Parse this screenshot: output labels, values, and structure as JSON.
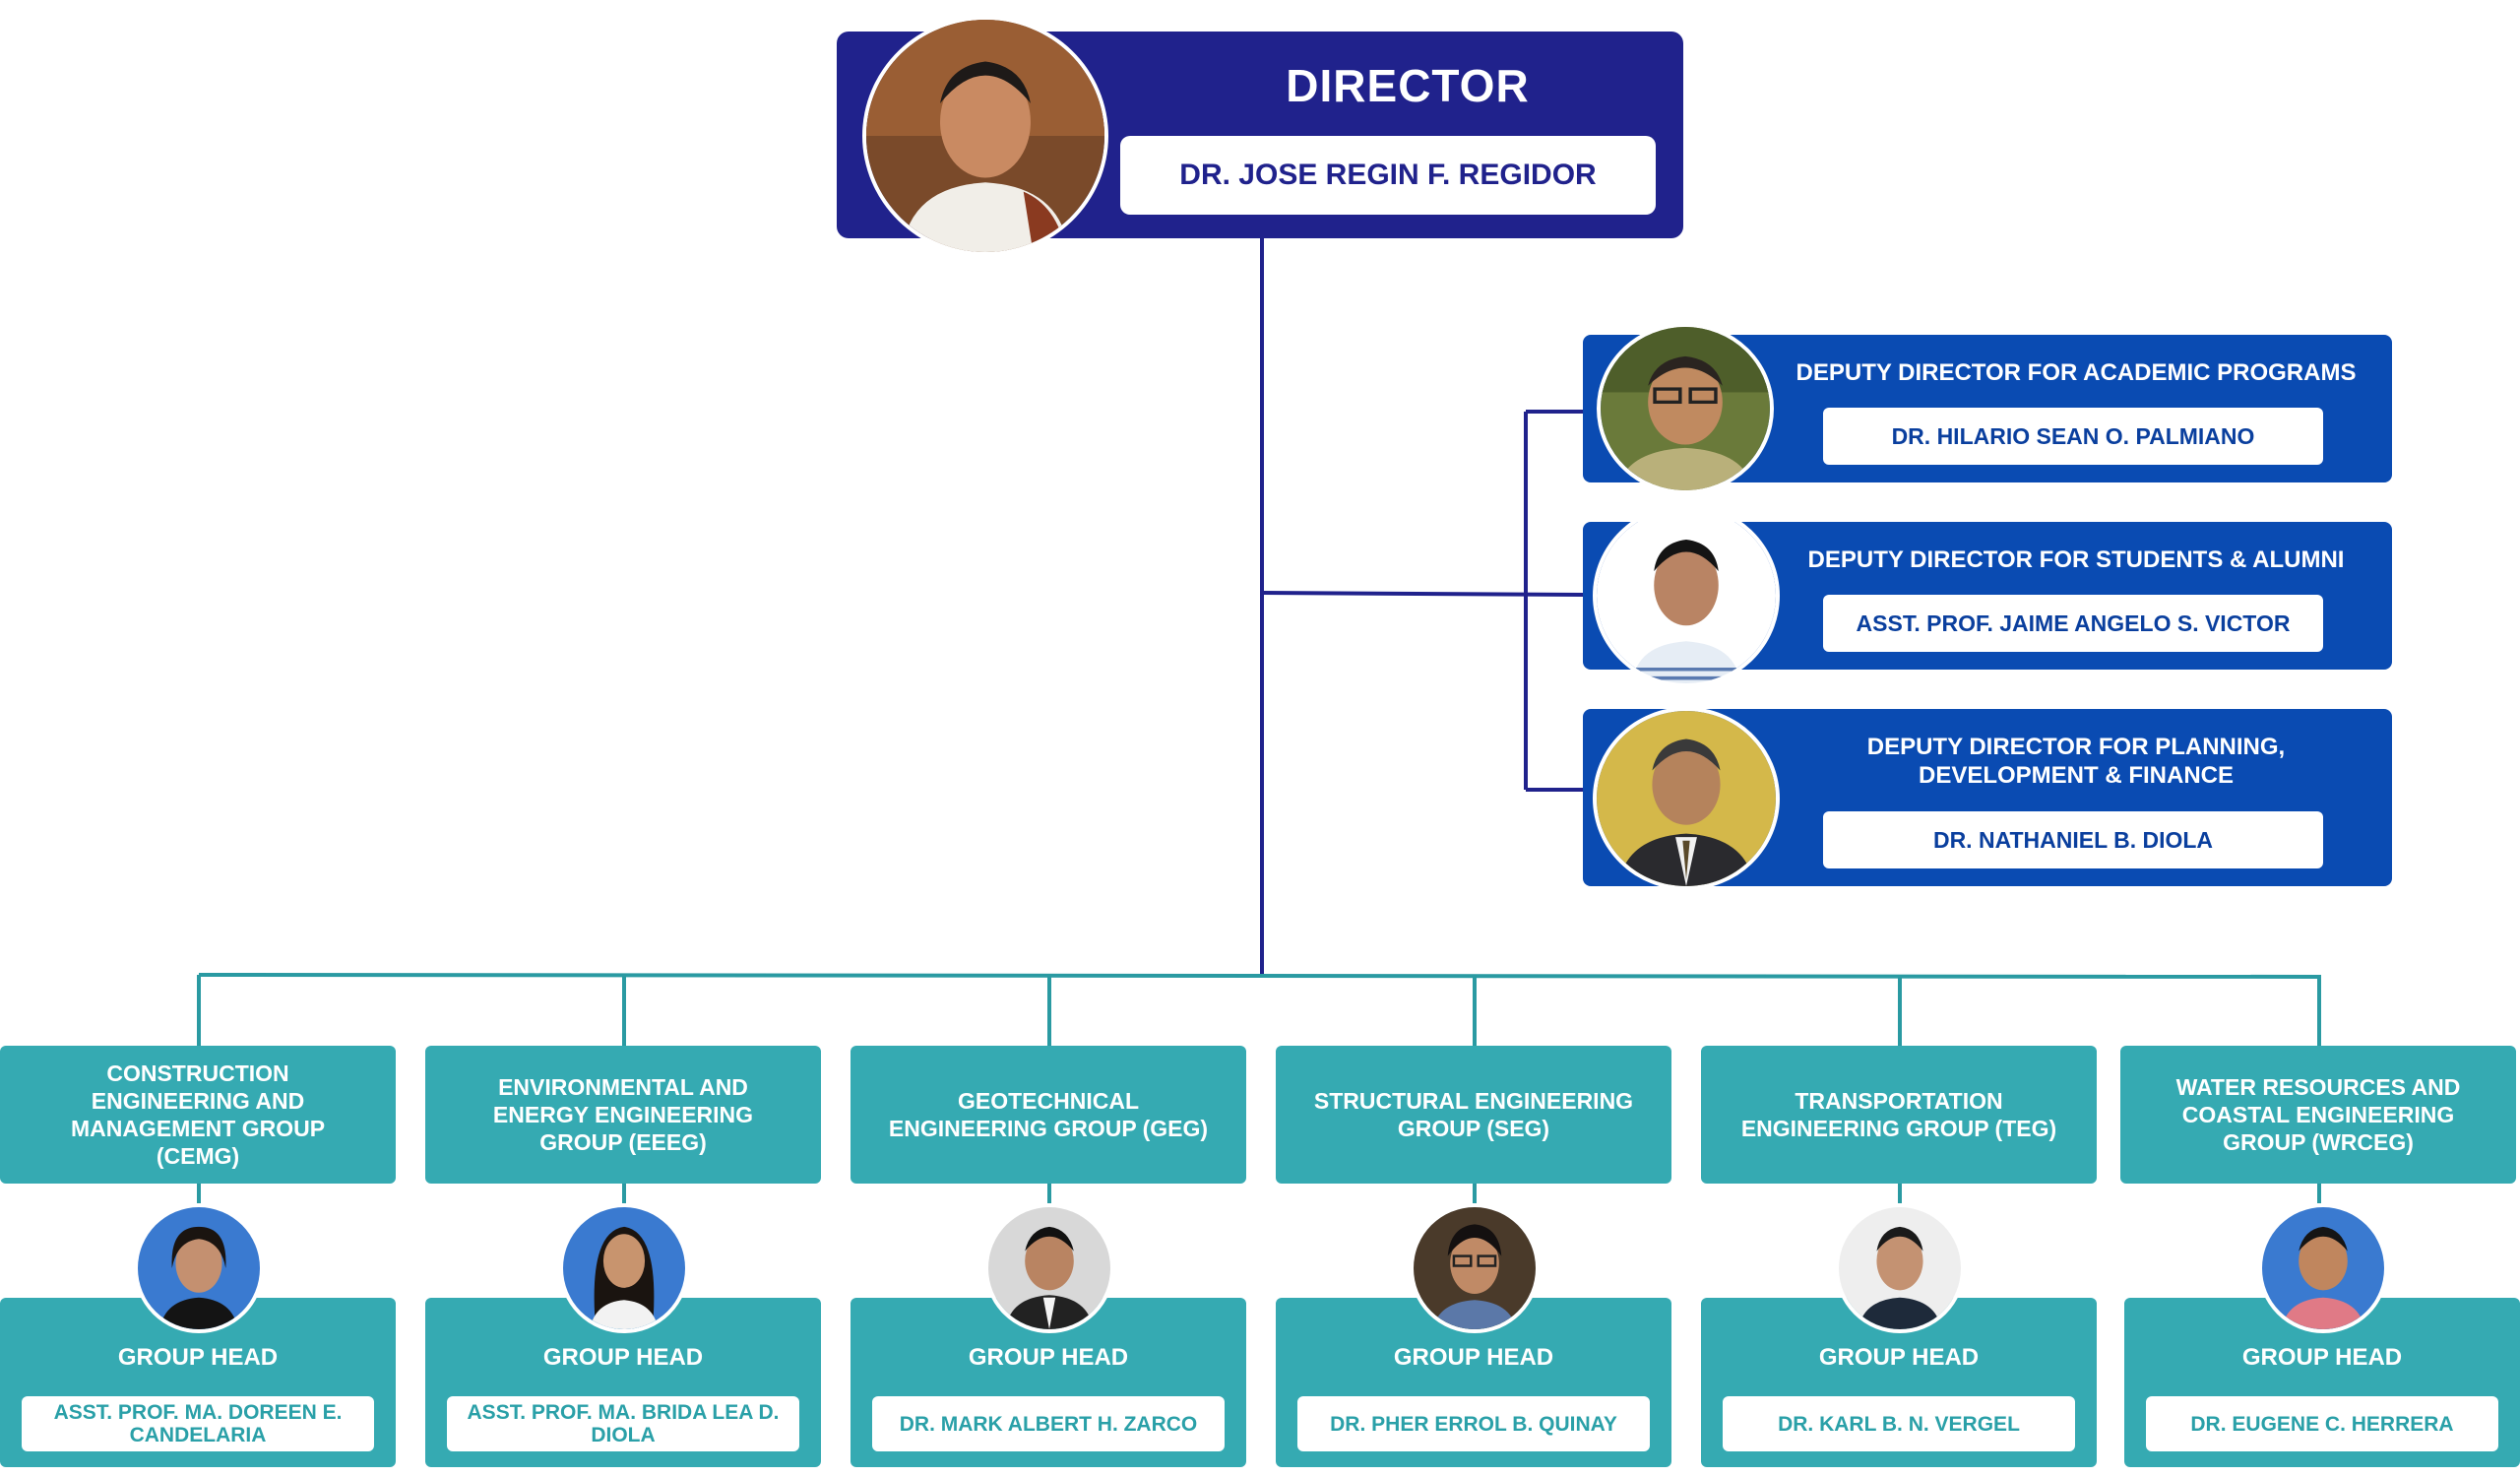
{
  "director": {
    "title": "DIRECTOR",
    "name": "DR. JOSE REGIN F. REGIDOR"
  },
  "deputies": [
    {
      "title": "DEPUTY DIRECTOR FOR ACADEMIC PROGRAMS",
      "name": "DR. HILARIO SEAN O. PALMIANO"
    },
    {
      "title": "DEPUTY DIRECTOR FOR STUDENTS & ALUMNI",
      "name": "ASST. PROF. JAIME ANGELO S. VICTOR"
    },
    {
      "title": "DEPUTY DIRECTOR FOR PLANNING, DEVELOPMENT & FINANCE",
      "name": "DR. NATHANIEL B. DIOLA"
    }
  ],
  "groups": [
    {
      "name": "CONSTRUCTION ENGINEERING AND MANAGEMENT GROUP (CEMG)",
      "head_label": "GROUP HEAD",
      "head_name": "ASST. PROF. MA. DOREEN E. CANDELARIA"
    },
    {
      "name": "ENVIRONMENTAL AND ENERGY ENGINEERING GROUP (EEEG)",
      "head_label": "GROUP HEAD",
      "head_name": "ASST. PROF. MA. BRIDA LEA D. DIOLA"
    },
    {
      "name": "GEOTECHNICAL ENGINEERING GROUP (GEG)",
      "head_label": "GROUP HEAD",
      "head_name": "DR. MARK ALBERT H. ZARCO"
    },
    {
      "name": "STRUCTURAL ENGINEERING GROUP (SEG)",
      "head_label": "GROUP HEAD",
      "head_name": "DR. PHER ERROL B. QUINAY"
    },
    {
      "name": "TRANSPORTATION ENGINEERING GROUP (TEG)",
      "head_label": "GROUP HEAD",
      "head_name": "DR. KARL B. N. VERGEL"
    },
    {
      "name": "WATER RESOURCES AND COASTAL ENGINEERING GROUP (WRCEG)",
      "head_label": "GROUP HEAD",
      "head_name": "DR. EUGENE C. HERRERA"
    }
  ],
  "colors": {
    "director": "#20228c",
    "deputy": "#0a4bb2",
    "group": "#35aab2",
    "connector_main": "#20228c",
    "connector_group": "#2a9aa2"
  }
}
